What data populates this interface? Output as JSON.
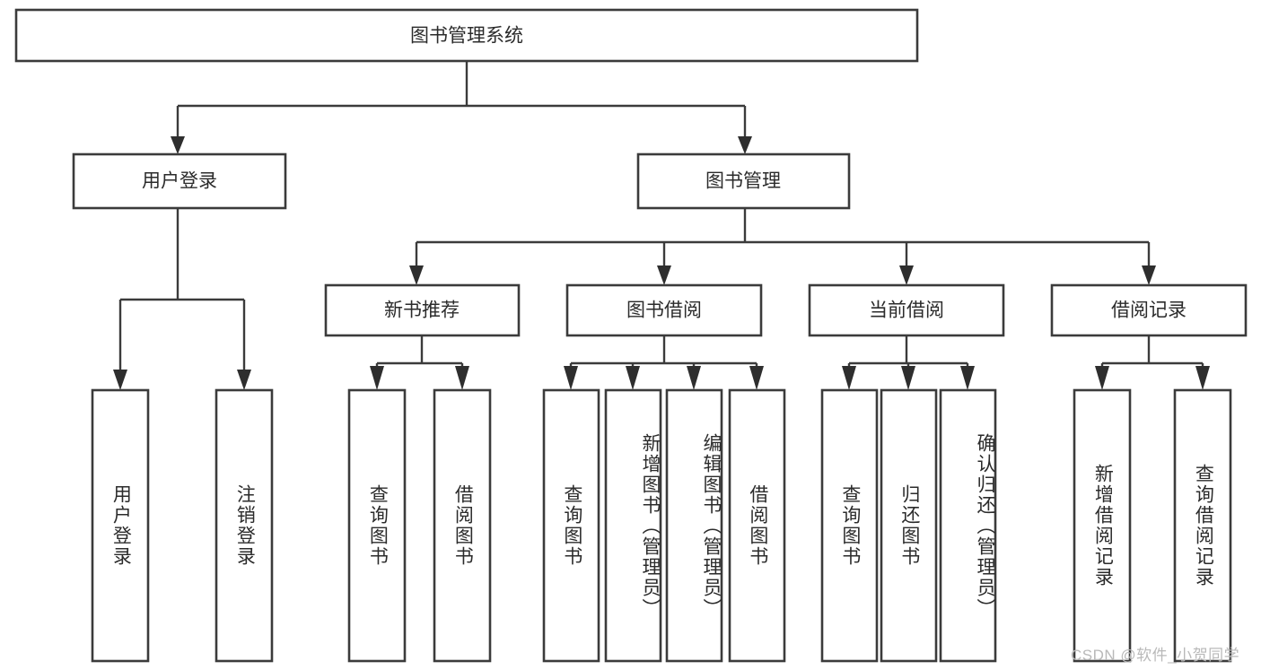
{
  "diagram": {
    "title": "图书管理系统",
    "type": "tree-hierarchy-chart",
    "orientation": "top-down",
    "colors": {
      "box_border": "#3b3b3b",
      "box_fill": "#ffffff",
      "connector": "#3b3b3b",
      "text": "#2b2b2b",
      "background": "#ffffff",
      "watermark": "#b9b9b9"
    },
    "root": {
      "label": "图书管理系统"
    },
    "level1": [
      {
        "label": "用户登录"
      },
      {
        "label": "图书管理"
      }
    ],
    "level2": [
      {
        "label": "新书推荐"
      },
      {
        "label": "图书借阅"
      },
      {
        "label": "当前借阅"
      },
      {
        "label": "借阅记录"
      }
    ],
    "leaves": {
      "user_login": [
        {
          "label": "用户登录"
        },
        {
          "label": "注销登录"
        }
      ],
      "new_book_recommend": [
        {
          "label": "查询图书"
        },
        {
          "label": "借阅图书"
        }
      ],
      "book_borrow": [
        {
          "label": "查询图书"
        },
        {
          "label": "新增图书（管理员）"
        },
        {
          "label": "编辑图书（管理员）"
        },
        {
          "label": "借阅图书"
        }
      ],
      "current_borrow": [
        {
          "label": "查询图书"
        },
        {
          "label": "归还图书"
        },
        {
          "label": "确认归还（管理员）"
        }
      ],
      "borrow_record": [
        {
          "label": "新增借阅记录"
        },
        {
          "label": "查询借阅记录"
        }
      ]
    },
    "watermark": "CSDN @软件_小贺同学"
  }
}
